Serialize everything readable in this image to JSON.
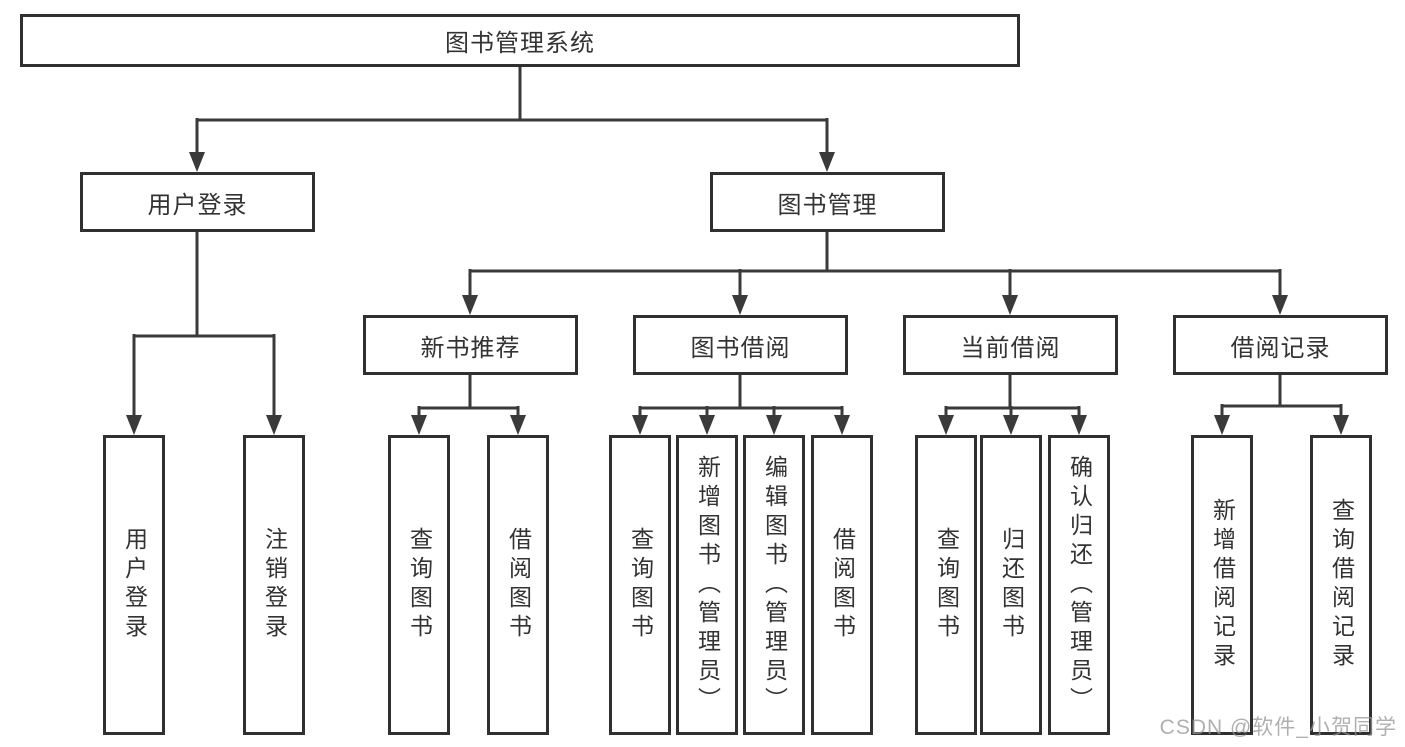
{
  "tree": {
    "root_label": "图书管理系统",
    "level2": [
      {
        "label": "用户登录",
        "children": [
          "用户登录",
          "注销登录"
        ]
      },
      {
        "label": "图书管理"
      }
    ],
    "level3": [
      {
        "label": "新书推荐",
        "children": [
          "查询图书",
          "借阅图书"
        ]
      },
      {
        "label": "图书借阅",
        "children": [
          "查询图书",
          "新增图书（管理员）",
          "编辑图书（管理员）",
          "借阅图书"
        ]
      },
      {
        "label": "当前借阅",
        "children": [
          "查询图书",
          "归还图书",
          "确认归还（管理员）"
        ]
      },
      {
        "label": "借阅记录",
        "children": [
          "新增借阅记录",
          "查询借阅记录"
        ]
      }
    ]
  },
  "watermark": {
    "text": "CSDN @软件_小贺同学"
  },
  "colors": {
    "line": "#3a3a3a",
    "box_border": "#303030",
    "text": "#333333",
    "background": "#ffffff",
    "watermark": "#969696"
  }
}
